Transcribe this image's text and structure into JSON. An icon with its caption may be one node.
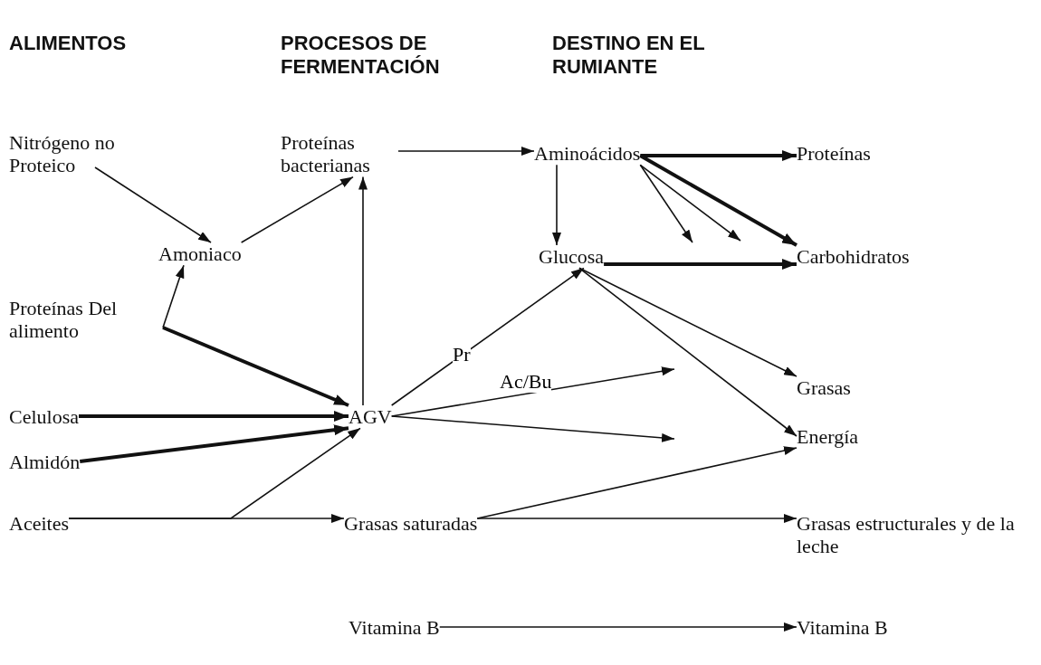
{
  "diagram": {
    "nodes": [
      {
        "text": [
          "Nitrógeno no Proteico"
        ]
      },
      {
        "text": [
          "Proteínas bacterianas"
        ]
      },
      {
        "text": [
          "Aminoácidos"
        ]
      },
      {
        "text": [
          "Proteínas"
        ]
      },
      {
        "text": [
          "Amoniaco"
        ]
      },
      {
        "text": [
          "Glucosa"
        ]
      },
      {
        "text": [
          "Carbohidratos"
        ]
      },
      {
        "text": [
          "Proteínas Del alimento"
        ]
      },
      {
        "text": [
          "AGV"
        ]
      },
      {
        "text": [
          "Grasas"
        ]
      },
      {
        "text": [
          "Celulosa"
        ]
      },
      {
        "text": [
          "Energía"
        ]
      },
      {
        "text": [
          "Almidón"
        ]
      },
      {
        "text": [
          "Aceites"
        ]
      },
      {
        "text": [
          "Grasas saturadas"
        ]
      },
      {
        "text": [
          "Grasas estructurales y de la leche"
        ]
      },
      {
        "text": [
          "Vitamina B"
        ]
      },
      {
        "text": [
          "Vitamina B"
        ]
      }
    ],
    "edges": [
      {
        "from": 0,
        "to": 4,
        "arrow": "to"
      },
      {
        "from": 4,
        "to": 1,
        "arrow": "to"
      },
      {
        "from": 8,
        "to": 1,
        "arrow": "to"
      },
      {
        "from": 1,
        "to": 2,
        "arrow": "to"
      },
      {
        "from": 2,
        "to": 3,
        "arrow": "to",
        "style": "thick"
      },
      {
        "from": 2,
        "to": 6,
        "arrow": "to",
        "style": "thick"
      },
      {
        "from": 2,
        "to": 5,
        "arrow": "to"
      },
      {
        "from": 2,
        "to": null,
        "arrow": "to"
      },
      {
        "from": 2,
        "to": null,
        "arrow": "to"
      },
      {
        "from": 5,
        "to": 6,
        "arrow": "to",
        "style": "thick"
      },
      {
        "from": 5,
        "to": 9,
        "arrow": "to"
      },
      {
        "from": 5,
        "to": 11,
        "arrow": "to"
      },
      {
        "from": 7,
        "to": 4,
        "arrow": "to"
      },
      {
        "from": 7,
        "to": 8,
        "arrow": "to",
        "style": "thick"
      },
      {
        "from": 10,
        "to": 8,
        "arrow": "to",
        "style": "thick"
      },
      {
        "from": 12,
        "to": 8,
        "arrow": "to",
        "style": "thick"
      },
      {
        "from": 13,
        "to": 14,
        "arrow": "to"
      },
      {
        "from": 13,
        "to": 8,
        "arrow": "to"
      },
      {
        "from": 8,
        "to": 5,
        "arrow": "to",
        "label": "Pr"
      },
      {
        "from": 8,
        "to": null,
        "arrow": "to",
        "label": "Ac/Bu"
      },
      {
        "from": 8,
        "to": null,
        "arrow": "to"
      },
      {
        "from": 14,
        "to": 11,
        "arrow": "to"
      },
      {
        "from": 14,
        "to": 15,
        "arrow": "to"
      },
      {
        "from": 16,
        "to": 17,
        "arrow": "to"
      }
    ],
    "labels": [
      "ALIMENTOS",
      "PROCESOS DE FERMENTACIÓN",
      "DESTINO EN EL RUMIANTE"
    ]
  }
}
